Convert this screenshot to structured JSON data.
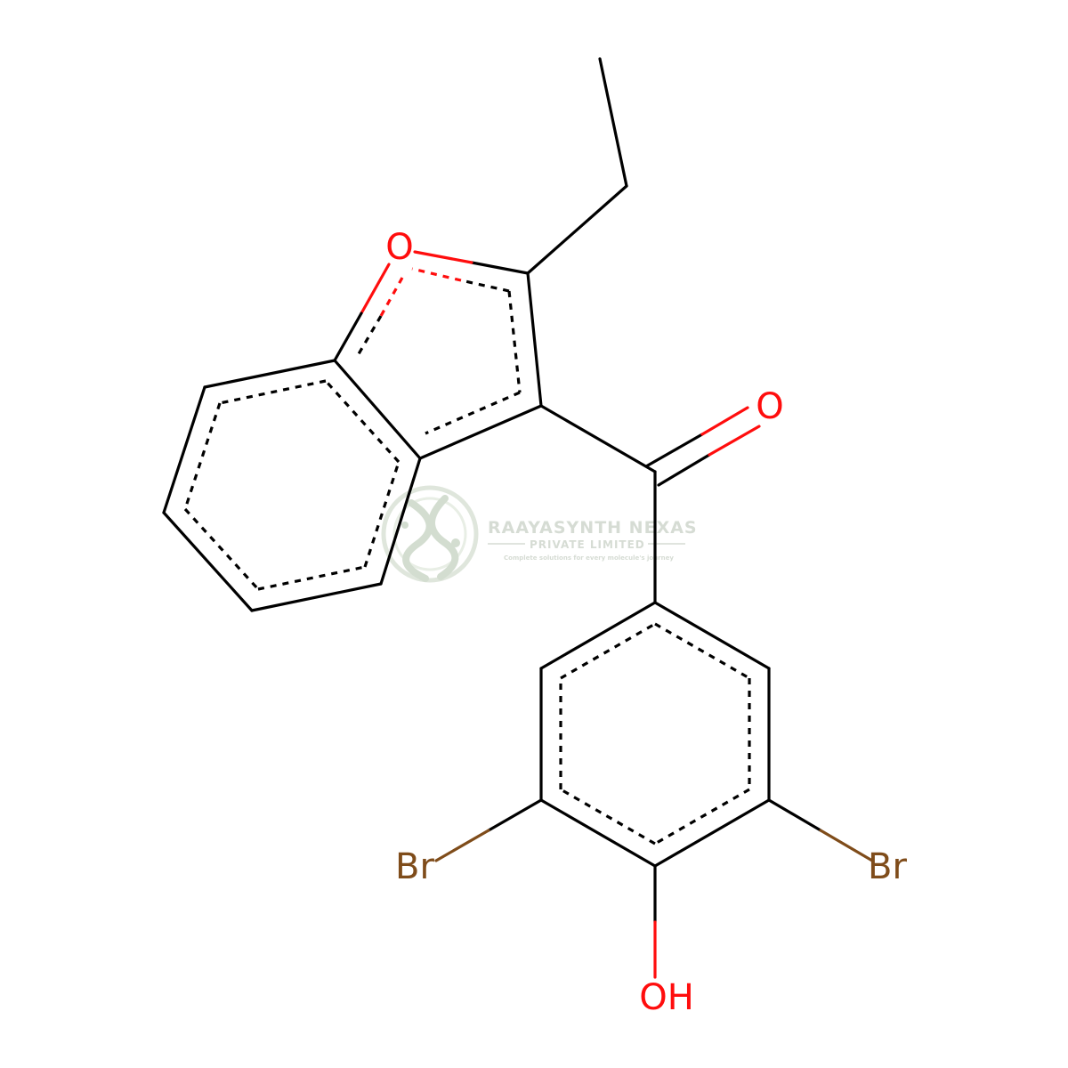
{
  "colors": {
    "bond": "#000000",
    "oxygen": "#ff0d0d",
    "bromine": "#7f4c1a",
    "watermark": "#d6dcd4"
  },
  "atoms": {
    "ring_oxygen": "O",
    "carbonyl_oxygen": "O",
    "bromine_left": "Br",
    "bromine_right": "Br",
    "hydroxyl": "OH"
  },
  "watermark": {
    "title": "RAAYASYNTH NEXAS",
    "subtitle": "PRIVATE LIMITED",
    "tagline": "Complete solutions for every molecule's journey",
    "logo_icon": "dna-helix-icon"
  }
}
